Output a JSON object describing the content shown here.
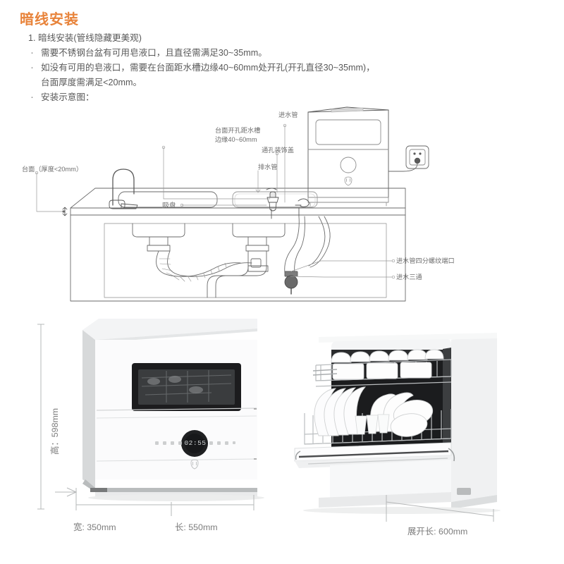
{
  "header": {
    "title": "暗线安装",
    "title_color": "#e8833a"
  },
  "instructions": {
    "item_number": "1. 暗线安装(管线隐藏更美观)",
    "bullets": [
      "需要不锈钢台盆有可用皂液口，且直径需满足30~35mm。",
      "如没有可用的皂液口，需要在台面距水槽边缘40~60mm处开孔(开孔直径30~35mm)，",
      "安装示意图："
    ],
    "continuation": "台面厚度需满足<20mm。"
  },
  "diagram": {
    "labels": {
      "countertop": "台面（厚度<20mm）",
      "hole_distance_line1": "台面开孔距水槽",
      "hole_distance_line2": "边缘40~60mm",
      "inlet_pipe": "进水管",
      "hole_cover": "通孔装饰盖",
      "drain_pipe": "排水管",
      "suction_cup": "吸盘",
      "inlet_thread_port": "进水管四分螺纹端口",
      "inlet_tee": "进水三通"
    }
  },
  "product_left": {
    "display_value": "02:55",
    "brand_mark": "mijia-logo",
    "dimensions": {
      "height": "高：598mm",
      "width": "宽: 350mm",
      "length": "长: 550mm"
    }
  },
  "product_right": {
    "dimensions": {
      "open_length": "展开长: 600mm"
    }
  },
  "colors": {
    "accent": "#e8833a",
    "body_text": "#595959",
    "label_text": "#6d6d6d",
    "dim_text": "#7d7d7d",
    "line": "#5a5a5a",
    "light_line": "#9a9a9a"
  }
}
